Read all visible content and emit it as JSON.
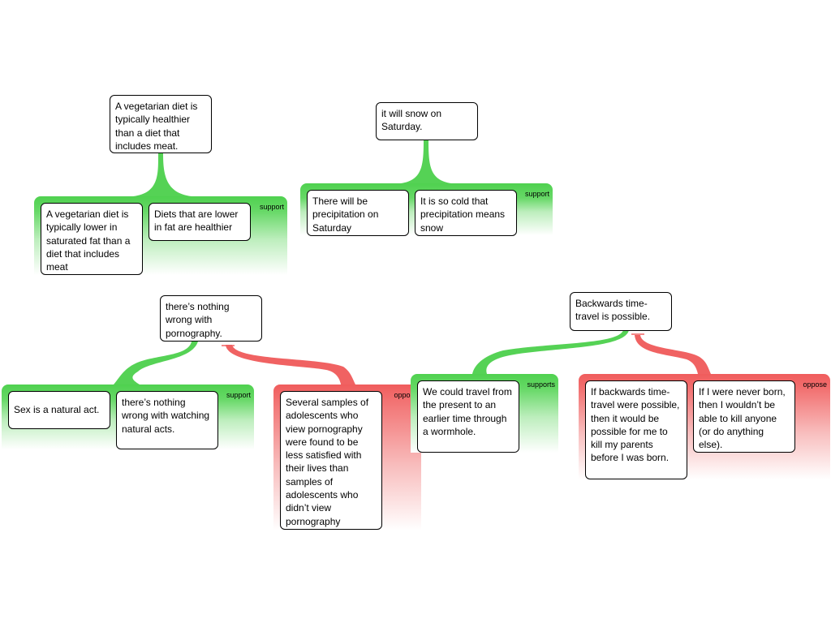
{
  "colors": {
    "support": "#55d255",
    "oppose": "#f06262",
    "node_border": "#000000",
    "background": "#ffffff"
  },
  "maps": [
    {
      "claim": "A vegetarian diet is typically healthier than a diet that includes meat.",
      "groups": [
        {
          "type": "support",
          "label": "support",
          "reasons": [
            "A vegetarian diet is typically lower in saturated fat than a diet that includes meat",
            "Diets that are lower in fat are healthier"
          ]
        }
      ]
    },
    {
      "claim": "it will snow on Saturday.",
      "groups": [
        {
          "type": "support",
          "label": "support",
          "reasons": [
            "There will be precipitation on Saturday",
            "It is so cold that precipitation means snow"
          ]
        }
      ]
    },
    {
      "claim": "there’s nothing wrong with pornography.",
      "groups": [
        {
          "type": "support",
          "label": "support",
          "reasons": [
            "Sex is a natural act.",
            "there’s nothing wrong with watching natural acts."
          ]
        },
        {
          "type": "oppose",
          "label": "oppose",
          "reasons": [
            "Several samples of adolescents who view pornography were found to be less satisfied with their lives than samples of adolescents who didn’t view pornography"
          ]
        }
      ]
    },
    {
      "claim": "Backwards time-travel is possible.",
      "groups": [
        {
          "type": "support",
          "label": "supports",
          "reasons": [
            "We could travel from the present to an earlier time through a wormhole."
          ]
        },
        {
          "type": "oppose",
          "label": "oppose",
          "reasons": [
            "If backwards time-travel were possible, then it would be possible for me to kill my parents before I was born.",
            "If I were never born, then I wouldn’t be able to kill anyone (or do anything else)."
          ]
        }
      ]
    }
  ]
}
